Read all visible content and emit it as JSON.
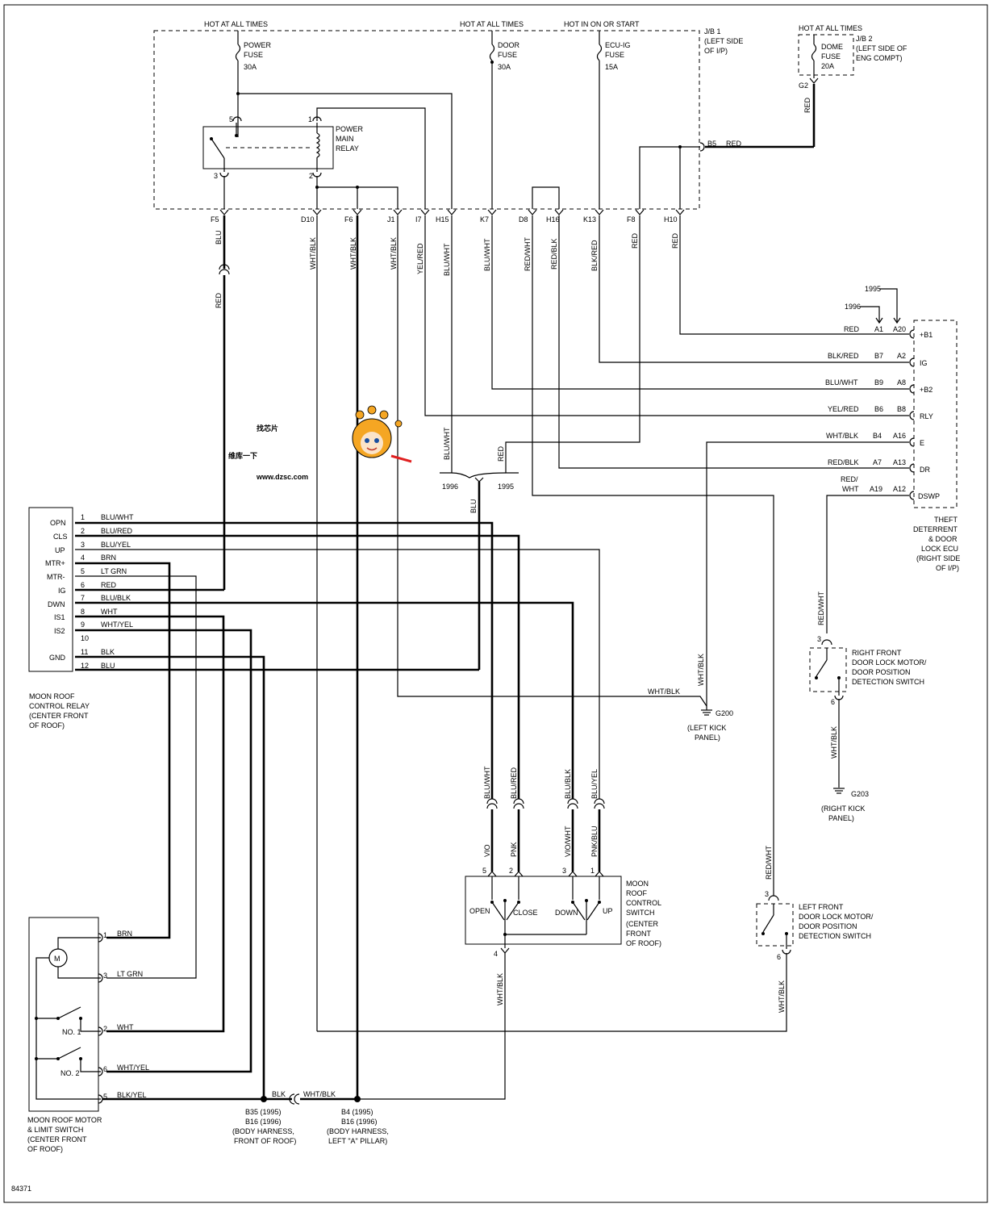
{
  "colors": {
    "wire": "#000000",
    "watermark_red": "#e02020",
    "mascot": "#f5a623"
  },
  "jb1": {
    "labels": {
      "l1": "J/B 1",
      "l2": "(LEFT SIDE",
      "l3": "OF I/P)"
    },
    "hot_at_all_times_1": "HOT AT ALL TIMES",
    "hot_at_all_times_2": "HOT AT ALL TIMES",
    "hot_in_on_or_start": "HOT IN ON OR START",
    "fuses": [
      {
        "l1": "POWER",
        "l2": "FUSE",
        "amps": "30A"
      },
      {
        "l1": "DOOR",
        "l2": "FUSE",
        "amps": "30A"
      },
      {
        "l1": "ECU-IG",
        "l2": "FUSE",
        "amps": "15A"
      }
    ],
    "relay": {
      "l1": "POWER",
      "l2": "MAIN",
      "l3": "RELAY",
      "pin5": "5",
      "pin1": "1",
      "pin3": "3",
      "pin2": "2"
    },
    "b5": "B5",
    "b5_color": "RED",
    "connectors": [
      "F5",
      "D10",
      "F6",
      "J1",
      "I7",
      "H15",
      "K7",
      "D8",
      "H16",
      "K13",
      "F8",
      "H10"
    ]
  },
  "jb2": {
    "hot": "HOT AT ALL TIMES",
    "l1": "J/B 2",
    "l2": "(LEFT SIDE OF",
    "l3": "ENG COMPT)",
    "fuse": {
      "l1": "DOME",
      "l2": "FUSE",
      "amps": "20A"
    },
    "pin": "G2",
    "wire": "RED"
  },
  "vertical_wires": {
    "f5": "BLU",
    "f5_red": "RED",
    "d10": "WHT/BLK",
    "f6": "WHT/BLK",
    "j1": "WHT/BLK",
    "i7": "YEL/RED",
    "h15": "BLU/WHT",
    "k7": "BLU/WHT",
    "d8": "RED/WHT",
    "h16": "RED/BLK",
    "k13": "BLK/RED",
    "f8": "RED",
    "h10": "RED"
  },
  "split": {
    "left": "BLU/WHT",
    "right": "RED",
    "y1996": "1996",
    "y1995": "1995",
    "trunk": "BLU"
  },
  "ecu": {
    "title": [
      "THEFT",
      "DETERRENT",
      "& DOOR",
      "LOCK ECU",
      "(RIGHT SIDE",
      "OF I/P)"
    ],
    "year_1995": "1995",
    "year_1996": "1996",
    "rows": [
      {
        "color": "RED",
        "p96": "A1",
        "p95": "A20",
        "term": "+B1"
      },
      {
        "color": "BLK/RED",
        "p96": "B7",
        "p95": "A2",
        "term": "IG"
      },
      {
        "color": "BLU/WHT",
        "p96": "B9",
        "p95": "A8",
        "term": "+B2"
      },
      {
        "color": "YEL/RED",
        "p96": "B6",
        "p95": "B8",
        "term": "RLY"
      },
      {
        "color": "WHT/BLK",
        "p96": "B4",
        "p95": "A16",
        "term": "E"
      },
      {
        "color": "RED/BLK",
        "p96": "A7",
        "p95": "A13",
        "term": "DR"
      },
      {
        "color": "RED/",
        "color2": "WHT",
        "p96": "A19",
        "p95": "A12",
        "term": "DSWP"
      }
    ]
  },
  "relay_module": {
    "title": [
      "MOON ROOF",
      "CONTROL RELAY",
      "(CENTER FRONT",
      "OF ROOF)"
    ],
    "rows": [
      {
        "term": "OPN",
        "pin": "1",
        "color": "BLU/WHT"
      },
      {
        "term": "CLS",
        "pin": "2",
        "color": "BLU/RED"
      },
      {
        "term": "UP",
        "pin": "3",
        "color": "BLU/YEL"
      },
      {
        "term": "MTR+",
        "pin": "4",
        "color": "BRN"
      },
      {
        "term": "MTR-",
        "pin": "5",
        "color": "LT GRN"
      },
      {
        "term": "IG",
        "pin": "6",
        "color": "RED"
      },
      {
        "term": "DWN",
        "pin": "7",
        "color": "BLU/BLK"
      },
      {
        "term": "IS1",
        "pin": "8",
        "color": "WHT"
      },
      {
        "term": "IS2",
        "pin": "9",
        "color": "WHT/YEL"
      },
      {
        "term": "",
        "pin": "10",
        "color": ""
      },
      {
        "term": "GND",
        "pin": "11",
        "color": "BLK"
      },
      {
        "term": "",
        "pin": "12",
        "color": "BLU"
      }
    ]
  },
  "ground_g200": {
    "wire_h": "WHT/BLK",
    "wire_v": "WHT/BLK",
    "name": "G200",
    "l1": "(LEFT KICK",
    "l2": "PANEL)"
  },
  "ground_g203": {
    "name": "G203",
    "wire": "WHT/BLK",
    "l1": "(RIGHT KICK",
    "l2": "PANEL)"
  },
  "right_switch": {
    "pin_top": "3",
    "pin_bot": "6",
    "wire_top": "RED/WHT",
    "l1": "RIGHT FRONT",
    "l2": "DOOR LOCK MOTOR/",
    "l3": "DOOR POSITION",
    "l4": "DETECTION SWITCH"
  },
  "left_switch": {
    "pin_top": "3",
    "pin_bot": "6",
    "wire_top": "RED/WHT",
    "wire_bot": "WHT/BLK",
    "l1": "LEFT FRONT",
    "l2": "DOOR LOCK MOTOR/",
    "l3": "DOOR POSITION",
    "l4": "DETECTION SWITCH"
  },
  "control_switch": {
    "upper_wires": [
      "BLU/WHT",
      "BLU/RED",
      "BLU/BLK",
      "BLU/YEL"
    ],
    "lower_wires": [
      "VIO",
      "PNK",
      "VIO/WHT",
      "PNK/BLU"
    ],
    "pins": [
      "5",
      "2",
      "3",
      "1"
    ],
    "pin_gnd": "4",
    "gnd_wire": "WHT/BLK",
    "btn": {
      "open": "OPEN",
      "close": "CLOSE",
      "down": "DOWN",
      "up": "UP"
    },
    "title": [
      "MOON",
      "ROOF",
      "CONTROL",
      "SWITCH",
      "(CENTER",
      "FRONT",
      "OF ROOF)"
    ]
  },
  "motor": {
    "symbol": "M",
    "title": [
      "MOON ROOF MOTOR",
      "& LIMIT SWITCH",
      "(CENTER FRONT",
      "OF ROOF)"
    ],
    "rows": [
      {
        "pin": "1",
        "color": "BRN"
      },
      {
        "pin": "3",
        "color": "LT GRN"
      },
      {
        "pin": "2",
        "color": "WHT"
      },
      {
        "pin": "6",
        "color": "WHT/YEL"
      },
      {
        "pin": "5",
        "color": "BLK/YEL"
      }
    ],
    "sw1": "NO. 1",
    "sw2": "NO. 2"
  },
  "splices": {
    "s1": {
      "wire": "BLK",
      "l1": "B35 (1995)",
      "l2": "B16 (1996)",
      "l3": "(BODY HARNESS,",
      "l4": "FRONT OF ROOF)"
    },
    "s2": {
      "wire": "WHT/BLK",
      "l1": "B4 (1995)",
      "l2": "B16 (1996)",
      "l3": "(BODY HARNESS,",
      "l4": "LEFT \"A\" PILLAR)"
    }
  },
  "watermark": {
    "top": "找芯片",
    "mid": "维库一下",
    "url": "www.dzsc.com"
  },
  "figure_id": "84371"
}
